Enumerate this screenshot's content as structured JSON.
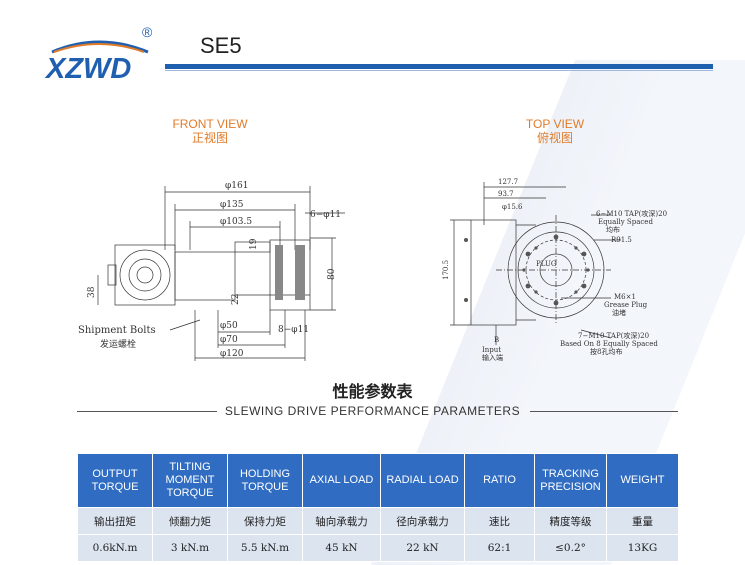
{
  "brand": {
    "logo_text": "XZWD",
    "registered": "®"
  },
  "model": "SE5",
  "front_view": {
    "title_en": "FRONT VIEW",
    "title_cn": "正视图",
    "dims": {
      "d161": "φ161",
      "d135": "φ135",
      "d103": "φ103.5",
      "holes_top": "6−φ11",
      "h19": "19",
      "h80": "80",
      "h38": "38",
      "h22": "22",
      "d50": "φ50",
      "holes_bottom": "8−φ11",
      "d70": "φ70",
      "d120": "φ120"
    },
    "shipment_en": "Shipment Bolts",
    "shipment_cn": "发运螺栓"
  },
  "top_view": {
    "title_en": "TOP VIEW",
    "title_cn": "俯视图",
    "dims": {
      "w127": "127.7",
      "w93": "93.7",
      "d15": "φ15.6",
      "h170": "170.5",
      "r91": "R91.5",
      "plug": "PLUG"
    },
    "note_top_1": "6−M10 TAP(攻深)20",
    "note_top_2": "Equally Spaced",
    "note_top_3": "均布",
    "grease_1": "M6×1",
    "grease_2": "Grease Plug",
    "grease_3": "油堵",
    "note_bot_1": "7−M10 TAP(攻深)20",
    "note_bot_2": "Based On 8 Equally Spaced",
    "note_bot_3": "按8孔均布",
    "input_b": "B",
    "input_en": "Input",
    "input_cn": "输入端"
  },
  "performance": {
    "title_cn": "性能参数表",
    "title_en": "SLEWING DRIVE PERFORMANCE PARAMETERS",
    "headers": [
      "OUTPUT\nTORQUE",
      "TILTING\nMOMENT\nTORQUE",
      "HOLDING\nTORQUE",
      "AXIAL LOAD",
      "RADIAL LOAD",
      "RATIO",
      "TRACKING\nPRECISION",
      "WEIGHT"
    ],
    "headers_cn": [
      "输出扭矩",
      "倾翻力矩",
      "保持力矩",
      "轴向承载力",
      "径向承载力",
      "速比",
      "精度等级",
      "重量"
    ],
    "values": [
      "0.6kN.m",
      "3 kN.m",
      "5.5 kN.m",
      "45 kN",
      "22 kN",
      "62:1",
      "≤0.2°",
      "13KG"
    ]
  },
  "colors": {
    "brand_blue": "#1f5fb0",
    "table_header": "#2f6cc2",
    "table_body": "#dce4f0",
    "view_title": "#e07b2a"
  }
}
